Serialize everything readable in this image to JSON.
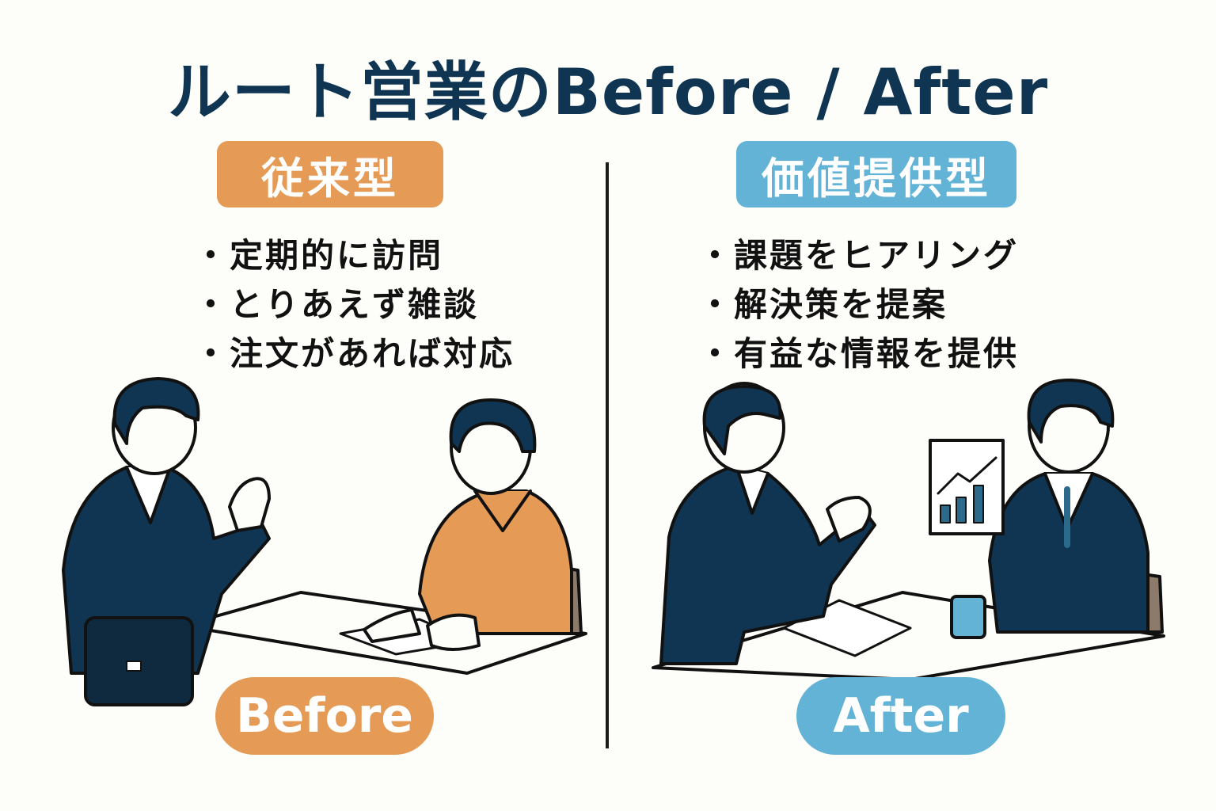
{
  "title": "ルート営業のBefore / After",
  "before": {
    "badge": "従来型",
    "bullets": [
      "定期的に訪問",
      "とりあえず雑談",
      "注文があれば対応"
    ],
    "label": "Before"
  },
  "after": {
    "badge": "価値提供型",
    "bullets": [
      "課題をヒアリング",
      "解決策を提案",
      "有益な情報を提供"
    ],
    "label": "After"
  },
  "colors": {
    "navy": "#0f3552",
    "orange": "#e59a55",
    "blue": "#62b3d6",
    "background": "#fdfdf9"
  }
}
